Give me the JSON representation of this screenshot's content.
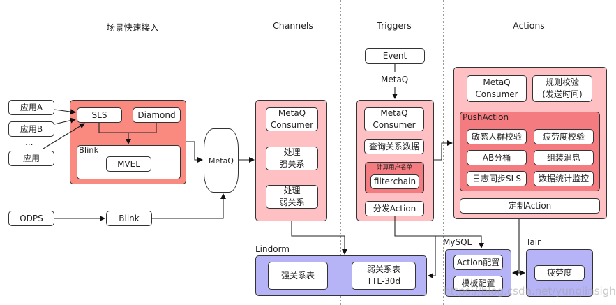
{
  "colors": {
    "scenario_group": "#fa8a80",
    "channel_group": "#ffc0c3",
    "trigger_group": "#ffc0c3",
    "filter_group": "#f47b7f",
    "action_group": "#ffc0c3",
    "push_group": "#f47b7f",
    "storage_group": "#b6b4f7"
  },
  "columns": {
    "scenario": "场景快速接入",
    "channels": "Channels",
    "triggers": "Triggers",
    "actions": "Actions"
  },
  "scenario": {
    "apps": [
      "应用A",
      "应用B",
      "应用"
    ],
    "ellipsis": "…",
    "sls": "SLS",
    "diamond": "Diamond",
    "blink_label": "Blink",
    "mvel": "MVEL",
    "odps": "ODPS",
    "blink": "Blink",
    "metaq": "MetaQ"
  },
  "channels": {
    "consumer_line1": "MetaQ",
    "consumer_line2": "Consumer",
    "strong_line1": "处理",
    "strong_line2": "强关系",
    "weak_line1": "处理",
    "weak_line2": "弱关系"
  },
  "triggers": {
    "event": "Event",
    "metaq": "MetaQ",
    "consumer_line1": "MetaQ",
    "consumer_line2": "Consumer",
    "query": "查询关系数据",
    "filter_label": "计算用户名单",
    "filterchain": "filterchain",
    "dispatch": "分发Action"
  },
  "actions": {
    "consumer_line1": "MetaQ",
    "consumer_line2": "Consumer",
    "rule_line1": "规则校验",
    "rule_line2": "(发送时间)",
    "push_label": "PushAction",
    "push_items": [
      "敏感人群校验",
      "疲劳度校验",
      "AB分桶",
      "组装消息",
      "日志同步SLS",
      "数据统计监控"
    ],
    "custom": "定制Action"
  },
  "storage": {
    "lindorm_label": "Lindorm",
    "strong_table": "强关系表",
    "weak_table_line1": "弱关系表",
    "weak_table_line2": "TTL-30d",
    "mysql_label": "MySQL",
    "action_config": "Action配置",
    "template_config": "模板配置",
    "tair_label": "Tair",
    "fatigue": "疲劳度"
  },
  "watermark": "https://blog.csdn.net/yunqiinsight"
}
